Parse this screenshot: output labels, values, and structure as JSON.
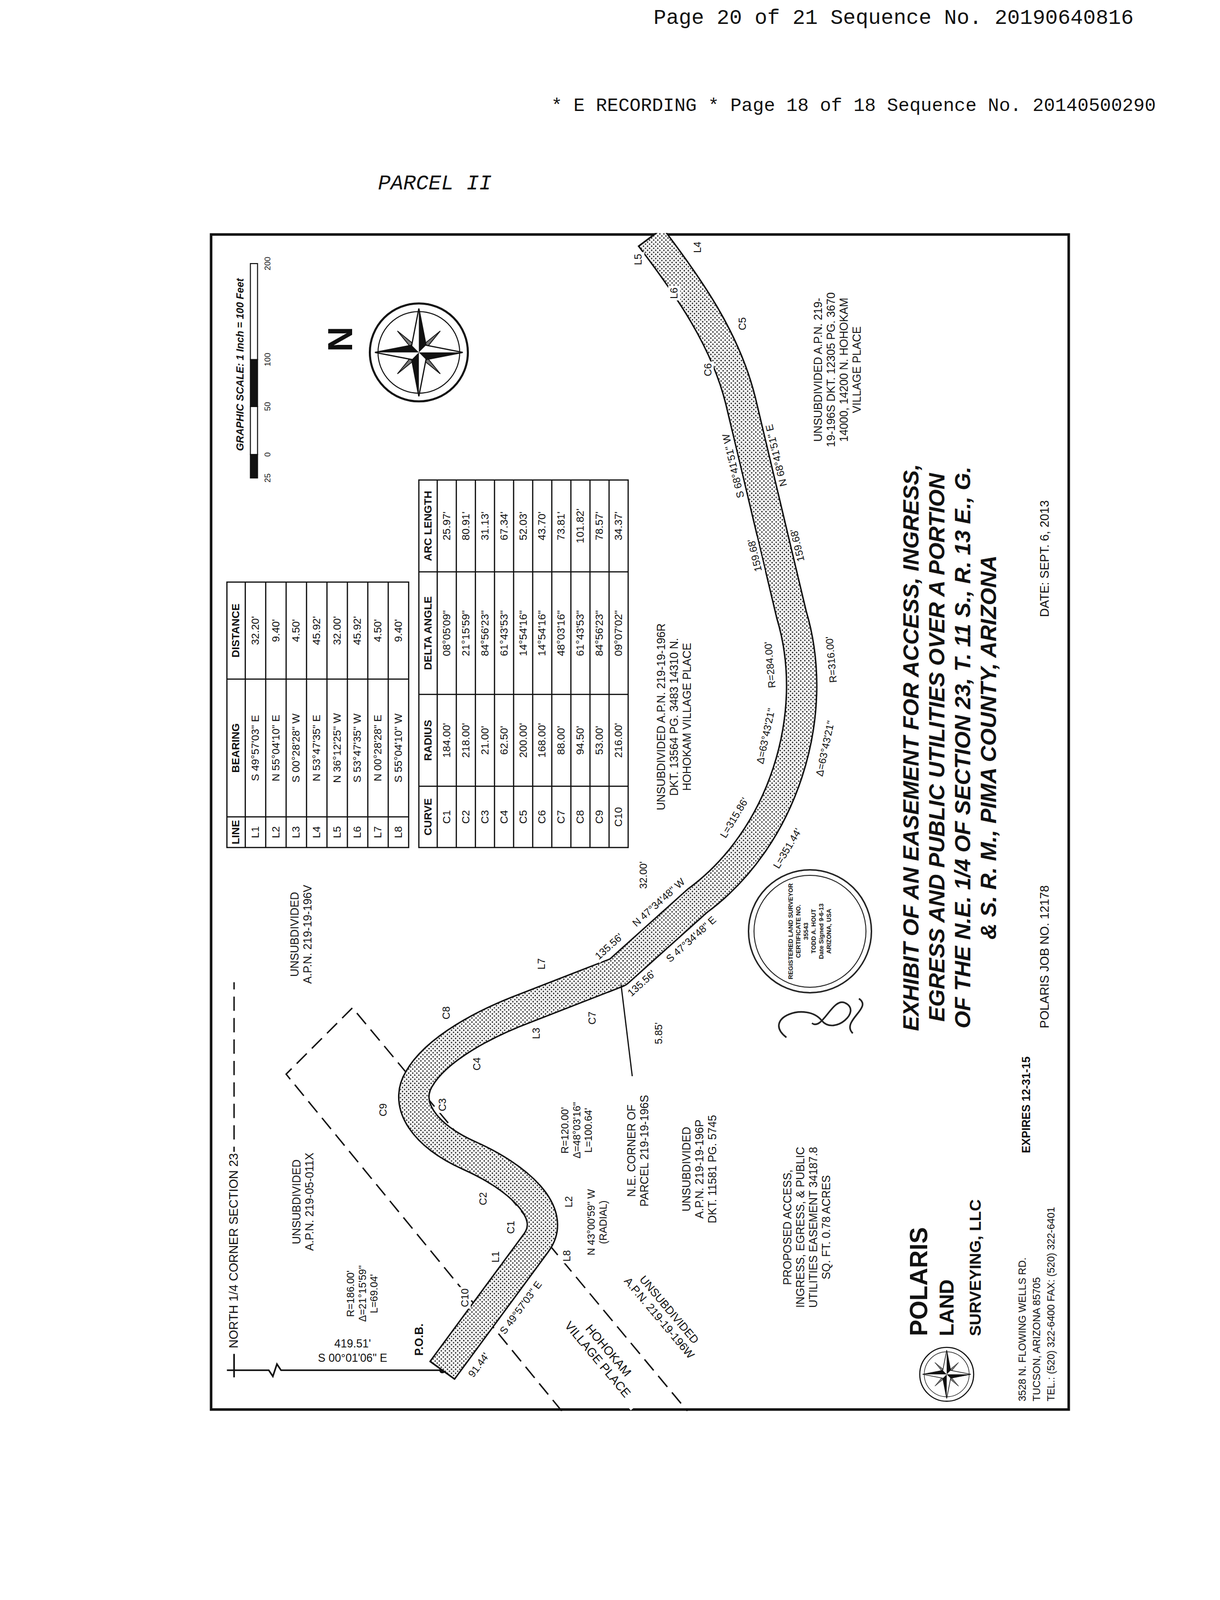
{
  "diagram": {
    "title": "EXHIBIT OF AN EASEMENT FOR ACCESS, INGRESS, EGRESS AND PUBLIC UTILITIES OVER A PORTION OF THE N.E. 1/4 OF SECTION 23, T. 11 S., R. 13 E., G. & S. R. M., PIMA COUNTY, ARIZONA",
    "nodes": [
      {
        "text": [
          "REGISTERED LAND SURVEYOR",
          "CERTIFICATE NO.",
          "35543",
          "TODD A. HOUT",
          "Date Signed 9-6-13",
          "ARIZONA, USA"
        ]
      }
    ],
    "labels": [
      "Page 20 of 21 Sequence No. 20190640816",
      "* E RECORDING * Page 18 of 18 Sequence No. 20140500290",
      "PARCEL II",
      "LINE",
      "BEARING",
      "DISTANCE",
      "L1",
      "S 49°57'03\" E",
      "32.20'",
      "L2",
      "N 55°04'10\" E",
      "9.40'",
      "L3",
      "S 00°28'28\" W",
      "4.50'",
      "L4",
      "N 53°47'35\" E",
      "45.92'",
      "L5",
      "N 36°12'25\" W",
      "32.00'",
      "L6",
      "S 53°47'35\" W",
      "45.92'",
      "L7",
      "N 00°28'28\" E",
      "4.50'",
      "L8",
      "S 55°04'10\" W",
      "9.40'",
      "CURVE",
      "RADIUS",
      "DELTA ANGLE",
      "ARC LENGTH",
      "C1",
      "184.00'",
      "08°05'09\"",
      "25.97'",
      "C2",
      "218.00'",
      "21°15'59\"",
      "80.91'",
      "C3",
      "21.00'",
      "84°56'23\"",
      "31.13'",
      "C4",
      "62.50'",
      "61°43'53\"",
      "67.34'",
      "C5",
      "200.00'",
      "14°54'16\"",
      "52.03'",
      "C6",
      "168.00'",
      "14°54'16\"",
      "43.70'",
      "C7",
      "88.00'",
      "48°03'16\"",
      "73.81'",
      "C8",
      "94.50'",
      "61°43'53\"",
      "101.82'",
      "C9",
      "53.00'",
      "84°56'23\"",
      "78.57'",
      "C10",
      "216.00'",
      "09°07'02\"",
      "34.37'",
      "GRAPHIC SCALE: 1 Inch = 100 Feet",
      "25",
      "0",
      "50",
      "100",
      "200",
      "N",
      "NORTH 1/4 CORNER SECTION 23",
      "UNSUBDIVIDED A.P.N. 219-05-011X",
      "UNSUBDIVIDED A.P.N. 219-19-196V",
      "419.51'",
      "S 00°01'06\" E",
      "P.O.B.",
      "R=186.00' Δ=21°15'59\" L=69.04'",
      "91.44'",
      "S 49°57'03\" E",
      "C10",
      "L1",
      "C1",
      "L8",
      "L2",
      "C2",
      "C9",
      "C3",
      "C8",
      "C4",
      "L3",
      "L7",
      "C7",
      "N 43°00'59\" W (RADIAL)",
      "R=120.00' Δ=48°03'16\" L=100.64'",
      "5.85'",
      "N.E. CORNER OF PARCEL 219-19-196S",
      "UNSUBDIVIDED A.P.N. 219-19-196P DKT. 11581 PG. 5745",
      "PROPOSED ACCESS, INGRESS, EGRESS, & PUBLIC UTILITIES EASEMENT 34187.8 SQ. FT. 0.78 ACRES",
      "HOHOKAM VILLAGE PLACE",
      "UNSUBDIVIDED A.P.N. 219-19-196W",
      "135.56'",
      "N 47°34'48\" W",
      "135.56'",
      "S 47°34'48\" E",
      "32.00'",
      "UNSUBDIVIDED A.P.N. 219-19-196R DKT. 13564 PG. 3483 14310 N. HOHOKAM VILLAGE PLACE",
      "L=315.86'",
      "Δ=63°43'21\"",
      "R=284.00'",
      "L=351.44'",
      "Δ=63°43'21\"",
      "R=316.00'",
      "159.68'",
      "S 68°41'51\" W",
      "159.68'",
      "N 68°41'51\" E",
      "C6",
      "C5",
      "L6",
      "L5",
      "L4",
      "UNSUBDIVIDED A.P.N. 219-19-196S DKT. 12305 PG. 3670 14000, 14200 N. HOHOKAM VILLAGE PLACE",
      "EXPIRES 12-31-15",
      "POLARIS",
      "LAND",
      "SURVEYING, LLC",
      "3528 N. FLOWING WELLS RD.",
      "TUCSON, ARIZONA 85705",
      "TEL.: (520) 322-6400 FAX: (520) 322-6401",
      "POLARIS JOB NO. 12178",
      "DATE: SEPT. 6, 2013"
    ]
  }
}
